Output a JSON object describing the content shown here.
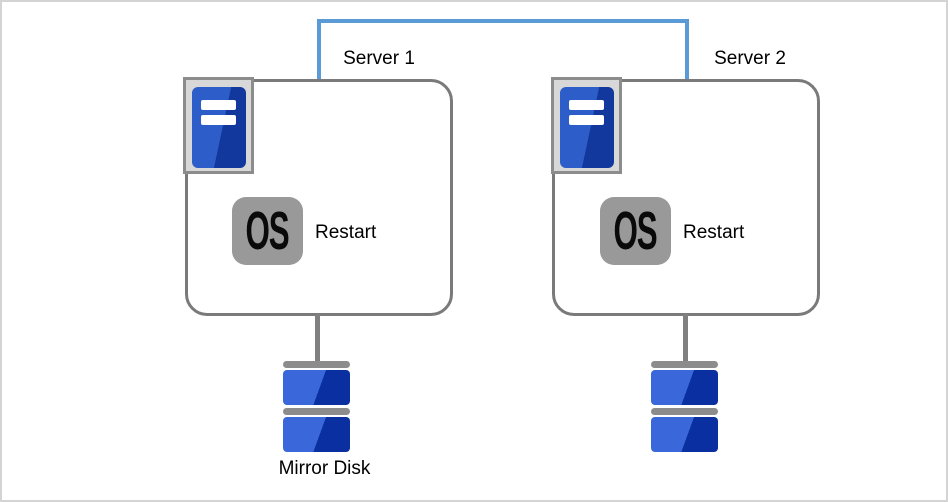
{
  "diagram": {
    "type": "cluster-failover-diagram",
    "interconnect": {
      "description": "heartbeat link between servers"
    },
    "servers": [
      {
        "label": "Server 1",
        "os_label": "OS",
        "action_label": "Restart"
      },
      {
        "label": "Server 2",
        "os_label": "OS",
        "action_label": "Restart"
      }
    ],
    "mirror_disk_label": "Mirror Disk",
    "icons": [
      "server-tower-icon",
      "os-badge-icon",
      "mirror-disk-icon"
    ],
    "colors": {
      "canvas_border": "#d4d4d4",
      "link_blue": "#5b9bd5",
      "box_border": "#7a7a7a",
      "frame_bg": "#d8d8d8",
      "frame_border": "#8c8c8c",
      "tower_light": "#2d5dc8",
      "tower_dark": "#12389e",
      "os_bg": "#999999",
      "connector": "#808080",
      "cap_gray": "#8c8c8c",
      "disk_light": "#3a67d9",
      "disk_dark": "#0a2fa0"
    }
  }
}
